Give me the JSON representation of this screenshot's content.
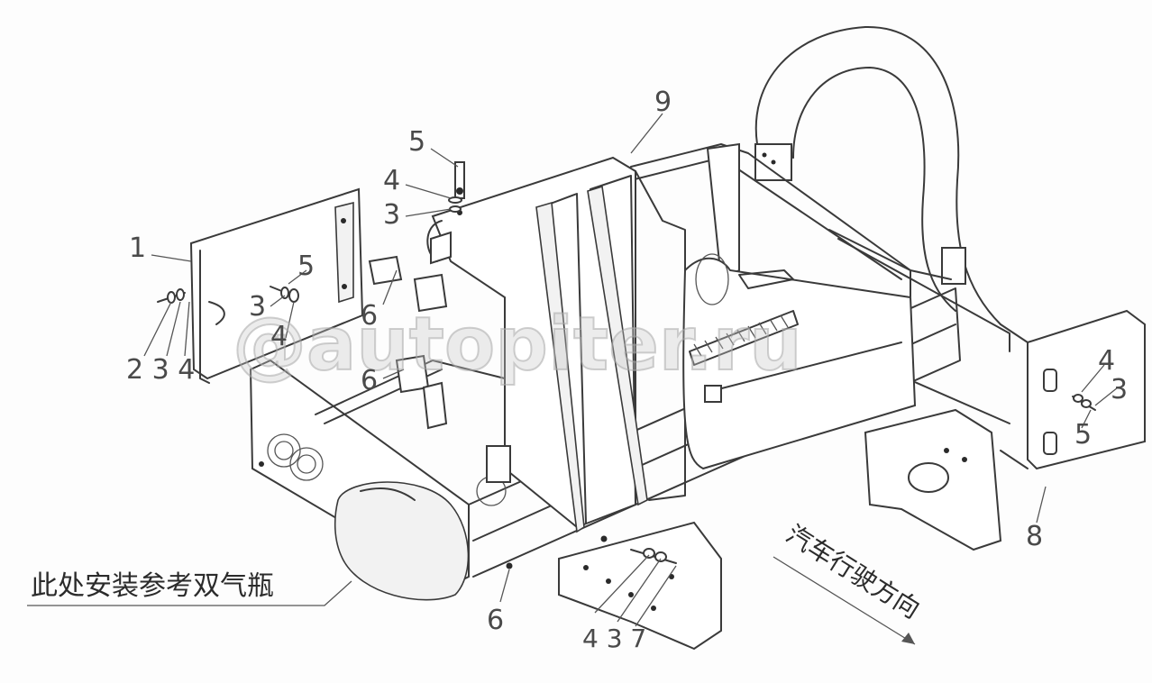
{
  "callouts": {
    "c1": "1",
    "c9": "9",
    "c5_top": "5",
    "c4_top": "4",
    "c3_top": "3",
    "c5_left": "5",
    "c3_left": "3",
    "c4_left": "4",
    "c6_upper": "6",
    "c6_lower": "6",
    "c234": "2 3 4",
    "c4_right": "4",
    "c3_right": "3",
    "c5_right": "5",
    "c8": "8",
    "c6_bottom": "6",
    "c437": "4 3 7"
  },
  "annotations": {
    "install_note": "此处安装参考双气瓶",
    "direction": "汽车行驶方向"
  },
  "watermark": "@autopiter.ru",
  "colors": {
    "line": "#3a3a3a",
    "text": "#4a4a4a",
    "watermark": "#c8c8c8"
  }
}
